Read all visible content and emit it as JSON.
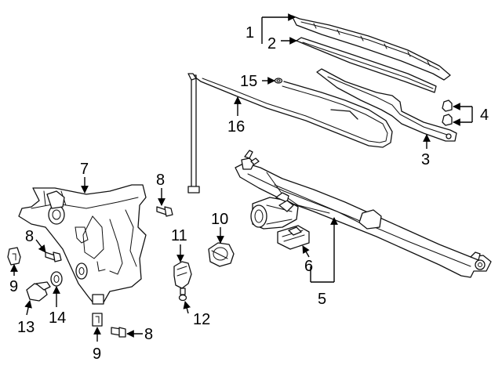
{
  "callouts": {
    "c1": "1",
    "c2": "2",
    "c3": "3",
    "c4": "4",
    "c5": "5",
    "c6": "6",
    "c7": "7",
    "c8a": "8",
    "c8b": "8",
    "c8c": "8",
    "c9a": "9",
    "c9b": "9",
    "c10": "10",
    "c11": "11",
    "c12": "12",
    "c13": "13",
    "c14": "14",
    "c15": "15",
    "c16": "16"
  },
  "colors": {
    "line": "#111111",
    "background": "#ffffff"
  }
}
